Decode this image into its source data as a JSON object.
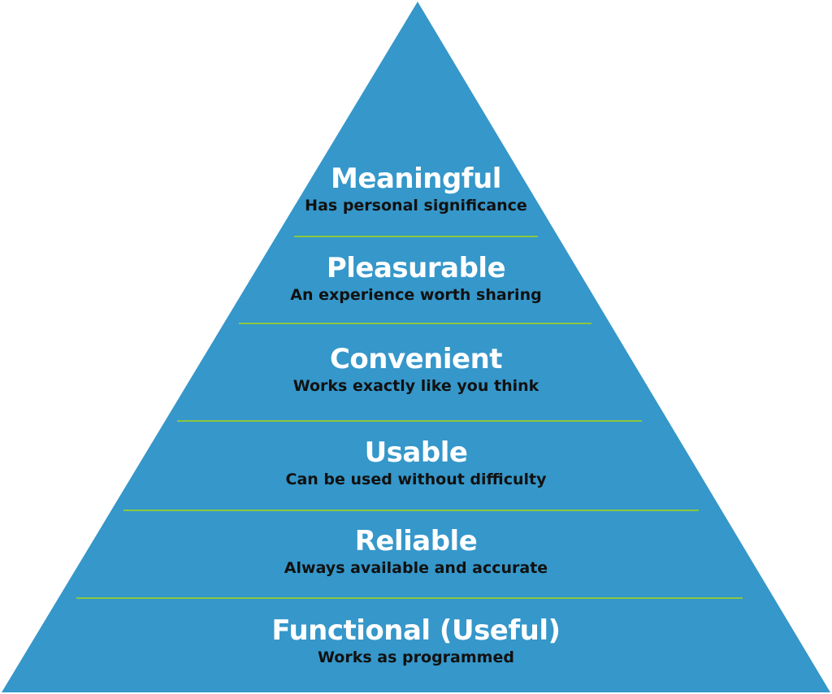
{
  "colors": {
    "pyramid_fill": "#3597ca",
    "divider": "#8cc63f",
    "title_text": "#ffffff",
    "subtitle_text": "#111111"
  },
  "levels": [
    {
      "title": "Meaningful",
      "subtitle": "Has personal significance"
    },
    {
      "title": "Pleasurable",
      "subtitle": "An experience worth sharing"
    },
    {
      "title": "Convenient",
      "subtitle": "Works exactly like you think"
    },
    {
      "title": "Usable",
      "subtitle": "Can be used without difficulty"
    },
    {
      "title": "Reliable",
      "subtitle": "Always available and accurate"
    },
    {
      "title": "Functional (Useful)",
      "subtitle": "Works as programmed"
    }
  ]
}
